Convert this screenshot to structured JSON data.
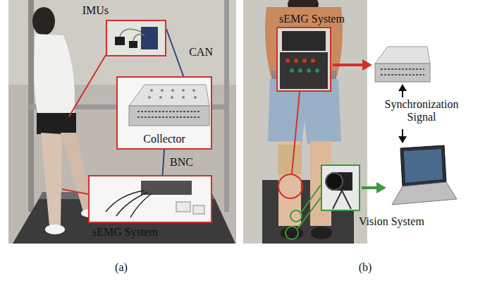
{
  "diagram": {
    "nodes": [
      {
        "text": [
          "IMUs"
        ]
      },
      {
        "text": [
          "Collector"
        ]
      },
      {
        "text": [
          "sEMG System"
        ]
      },
      {
        "text": [
          "sEMG System"
        ]
      },
      {
        "text": [
          "Vision System"
        ]
      }
    ],
    "edges": [
      {
        "from": 0,
        "to": 1,
        "arrow": "none",
        "label": "CAN"
      },
      {
        "from": 1,
        "to": 2,
        "arrow": "none",
        "label": "BNC"
      }
    ],
    "labels": [
      "(a)",
      "(b)",
      "Synchronization Signal"
    ]
  }
}
